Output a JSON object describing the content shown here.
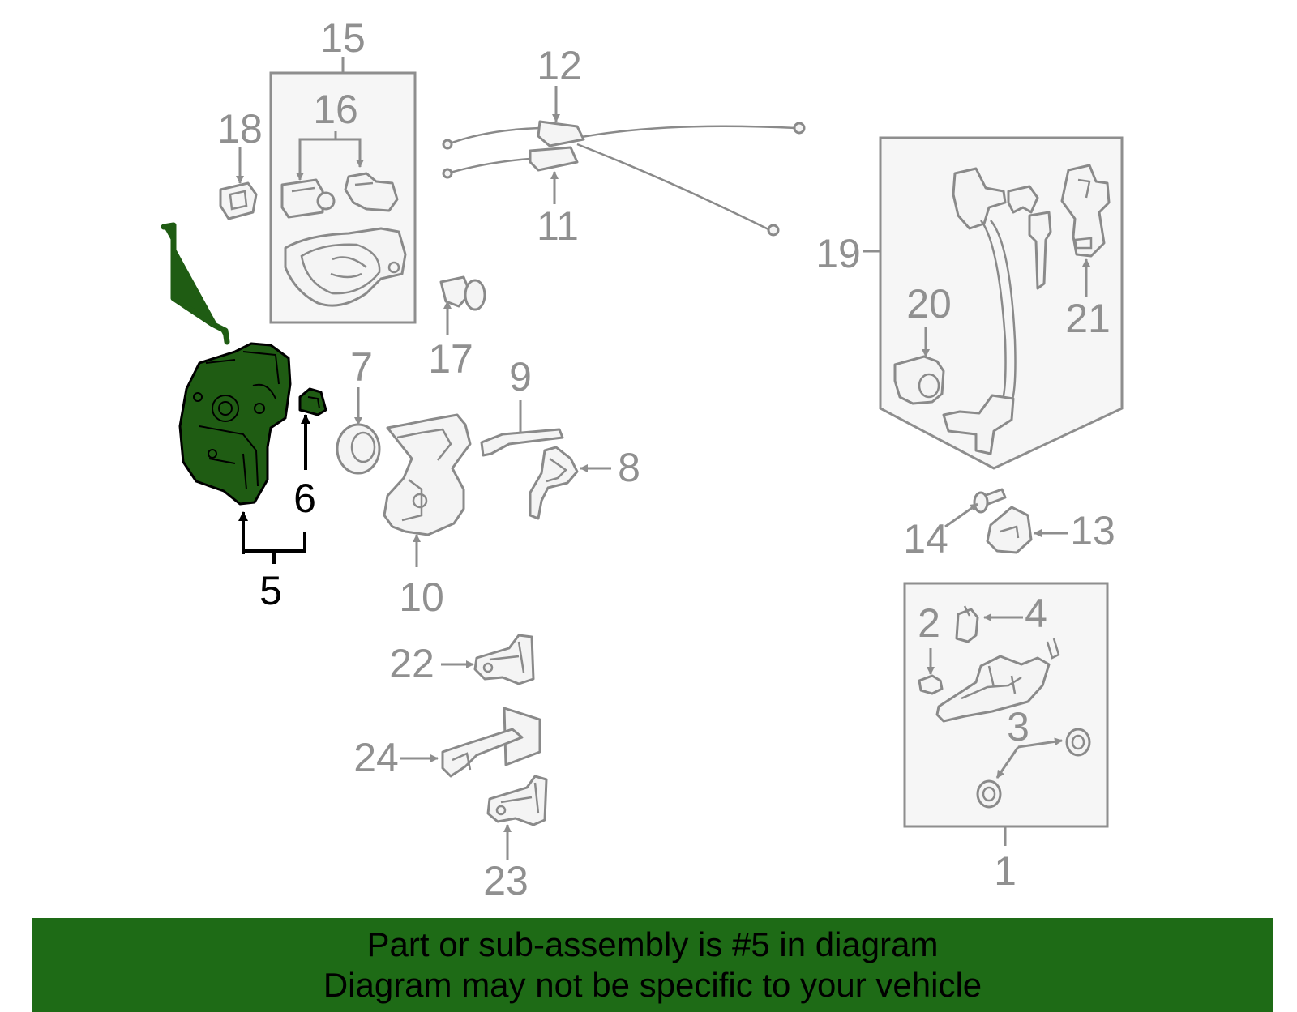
{
  "callouts": {
    "c1": "1",
    "c2": "2",
    "c3": "3",
    "c4": "4",
    "c5": "5",
    "c6": "6",
    "c7": "7",
    "c8": "8",
    "c9": "9",
    "c10": "10",
    "c11": "11",
    "c12": "12",
    "c13": "13",
    "c14": "14",
    "c15": "15",
    "c16": "16",
    "c17": "17",
    "c18": "18",
    "c19": "19",
    "c20": "20",
    "c21": "21",
    "c22": "22",
    "c23": "23",
    "c24": "24"
  },
  "highlighted_part": "5",
  "colors": {
    "highlight": "#1f5c13",
    "banner": "#1e6b16",
    "parts": "#8a8a8a"
  },
  "footer": {
    "line1": "Part or sub-assembly is #5 in diagram",
    "line2": "Diagram may not be specific to your vehicle"
  }
}
